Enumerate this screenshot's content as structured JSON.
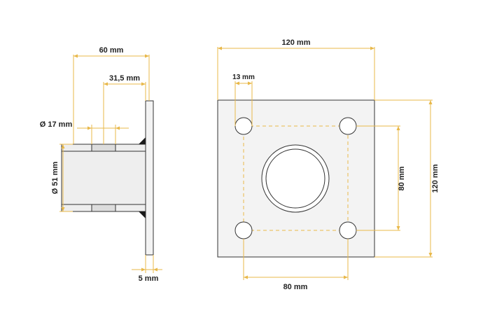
{
  "colors": {
    "dimension": "#e8b84a",
    "outline": "#333333",
    "plate_fill": "#f3f3f3",
    "tube_fill": "#eeeeee",
    "weld": "#1a1a1a",
    "hidden_line": "#e8b84a"
  },
  "side_view": {
    "dim_length": "60 mm",
    "dim_offset": "31,5 mm",
    "dim_bolt_diameter": "Ø 17 mm",
    "dim_tube_diameter": "Ø 51 mm",
    "dim_plate_thickness": "5 mm"
  },
  "front_view": {
    "dim_plate_width": "120 mm",
    "dim_hole_diameter": "13 mm",
    "dim_hole_spacing_vertical": "80 mm",
    "dim_plate_height": "120 mm",
    "dim_hole_spacing_horizontal": "80 mm"
  }
}
